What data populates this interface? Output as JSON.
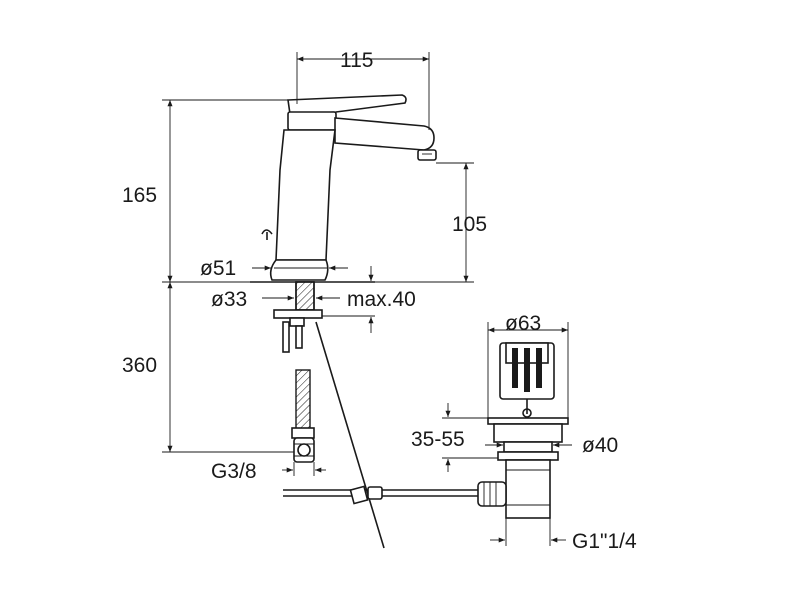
{
  "dimensions": {
    "width_top": "115",
    "height_total": "165",
    "spout_height": "105",
    "base_diameter": "ø51",
    "hole_diameter": "ø33",
    "max_thickness": "max.40",
    "hose_length": "360",
    "hose_thread": "G3/8",
    "waste_diameter": "ø63",
    "basin_range": "35-55",
    "waste_outlet": "ø40",
    "waste_thread": "G1\"1/4"
  },
  "colors": {
    "line": "#1a1a1a",
    "background": "#ffffff"
  }
}
